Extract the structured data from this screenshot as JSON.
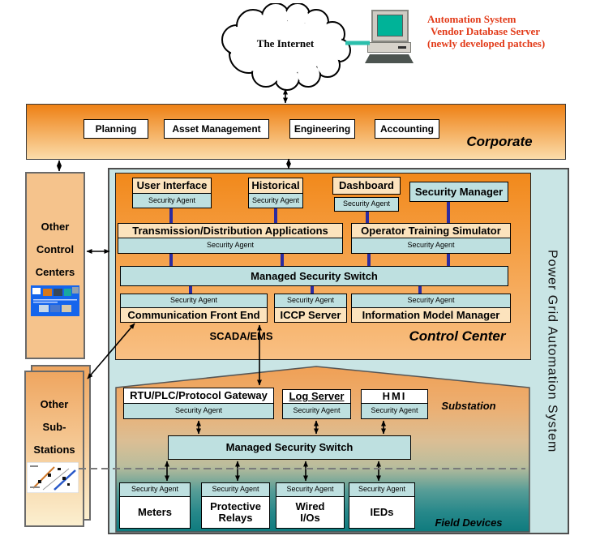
{
  "internet": {
    "label": "The Internet"
  },
  "vendor_note": {
    "line1": "Automation System",
    "line2": "Vendor Database Server",
    "line3": "(newly developed patches)"
  },
  "corporate": {
    "label": "Corporate",
    "departments": [
      "Planning",
      "Asset Management",
      "Engineering",
      "Accounting"
    ]
  },
  "other_control_centers": {
    "line1": "Other",
    "line2": "Control",
    "line3": "Centers"
  },
  "other_substations": {
    "line1": "Other",
    "line2": "Sub-",
    "line3": "Stations"
  },
  "system_label": "Power Grid Automation System",
  "security_agent_label": "Security Agent",
  "control_center": {
    "label": "Control Center",
    "scada": "SCADA/EMS",
    "user_interface": "User Interface",
    "historical": "Historical",
    "dashboard": "Dashboard",
    "security_manager": "Security Manager",
    "td_apps": "Transmission/Distribution Applications",
    "ots": "Operator Training Simulator",
    "switch": "Managed Security Switch",
    "cfe": "Communication Front End",
    "iccp": "ICCP Server",
    "imm": "Information Model Manager"
  },
  "substation": {
    "label": "Substation",
    "rtu": "RTU/PLC/Protocol Gateway",
    "log_server": "Log Server",
    "hmi": "HMI",
    "switch": "Managed Security Switch"
  },
  "field_devices": {
    "label": "Field Devices",
    "meters": "Meters",
    "protective1": "Protective",
    "protective2": "Relays",
    "wired1": "Wired",
    "wired2": "I/Os",
    "ieds": "IEDs"
  },
  "colors": {
    "orange_dark": "#EE8014",
    "orange_light": "#FBDCAA",
    "agent_blue": "#BEE0E0",
    "container_blue": "#C9E5E5",
    "navy_link": "#2B2BA0",
    "field_teal": "#157E80",
    "note_red": "#E23A18",
    "cream": "#FCE3BD",
    "peach": "#F5C38C"
  }
}
